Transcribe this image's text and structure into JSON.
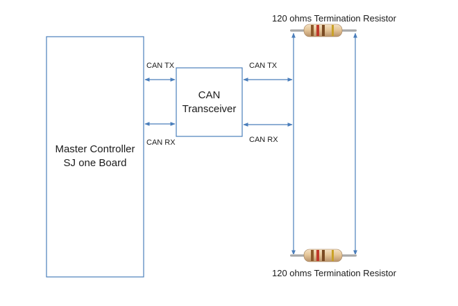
{
  "master_controller": {
    "line1": "Master Controller",
    "line2": "SJ one Board"
  },
  "transceiver": {
    "line1": "CAN",
    "line2": "Transceiver"
  },
  "signals": {
    "left_tx": "CAN TX",
    "left_rx": "CAN RX",
    "right_tx": "CAN TX",
    "right_rx": "CAN RX"
  },
  "resistors": {
    "top_label": "120 ohms Termination Resistor",
    "bottom_label": "120 ohms Termination Resistor"
  },
  "colors": {
    "box_border": "#4a7ebb",
    "arrow": "#4a7ebb",
    "text": "#1a1a1a"
  }
}
